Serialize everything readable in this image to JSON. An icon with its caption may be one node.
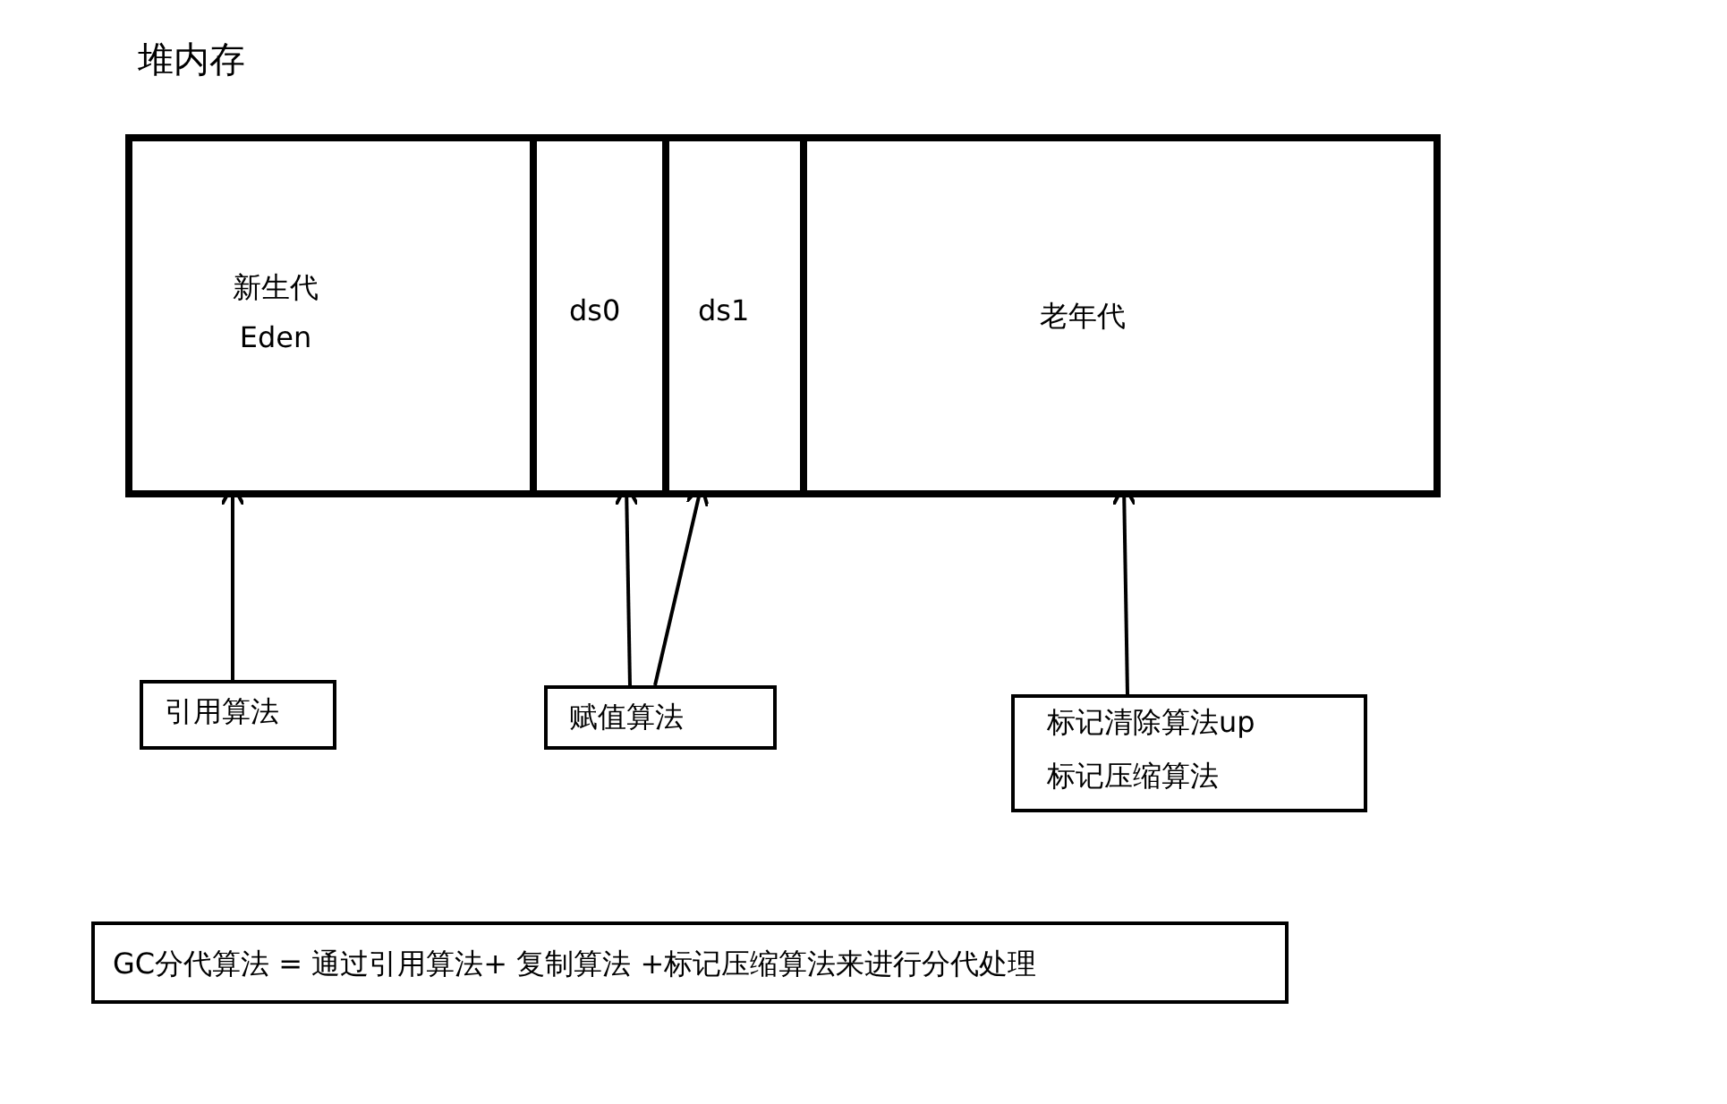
{
  "diagram": {
    "nodes": [
      {
        "text": [
          "堆内存"
        ]
      },
      {
        "text": [
          "新生代 Eden"
        ],
        "in": 0
      },
      {
        "text": [
          "ds0"
        ],
        "in": 0
      },
      {
        "text": [
          "ds1"
        ],
        "in": 0
      },
      {
        "text": [
          "老年代"
        ],
        "in": 0
      },
      {
        "text": [
          "引用算法"
        ]
      },
      {
        "text": [
          "赋值算法"
        ]
      },
      {
        "text": [
          "标记清除算法up",
          "标记压缩算法"
        ]
      },
      {
        "text": [
          "GC分代算法 = 通过引用算法+ 复制算法 +标记压缩算法来进行分代处理"
        ]
      }
    ],
    "edges": [
      {
        "from": 5,
        "to": 1,
        "arrow": "to"
      },
      {
        "from": 6,
        "to": 2,
        "arrow": "to"
      },
      {
        "from": 6,
        "to": 3,
        "arrow": "to"
      },
      {
        "from": 7,
        "to": 4,
        "arrow": "to"
      }
    ]
  }
}
